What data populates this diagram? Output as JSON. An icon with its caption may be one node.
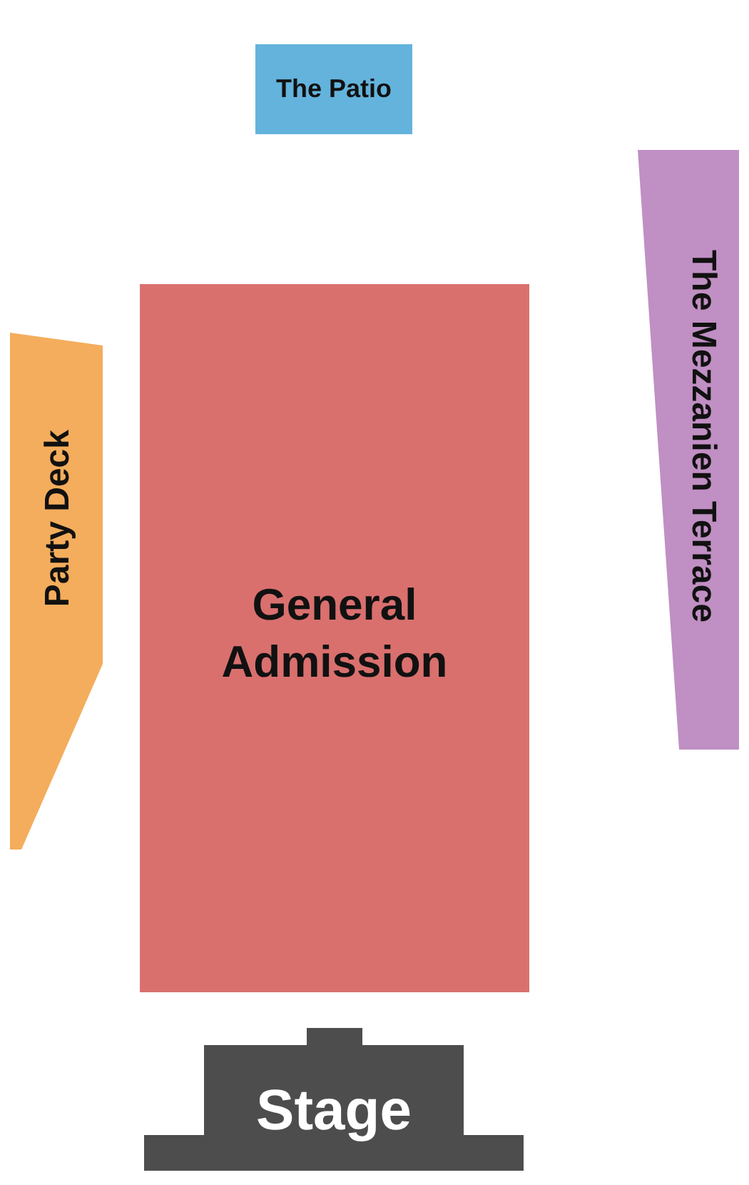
{
  "diagram": {
    "nodes": [
      {
        "text": [
          "The Patio"
        ]
      },
      {
        "text": [
          "The Mezzanien Terrace"
        ]
      },
      {
        "text": [
          "Party Deck"
        ]
      },
      {
        "text": [
          "General Admission"
        ]
      },
      {
        "text": [
          "Stage"
        ]
      }
    ]
  }
}
